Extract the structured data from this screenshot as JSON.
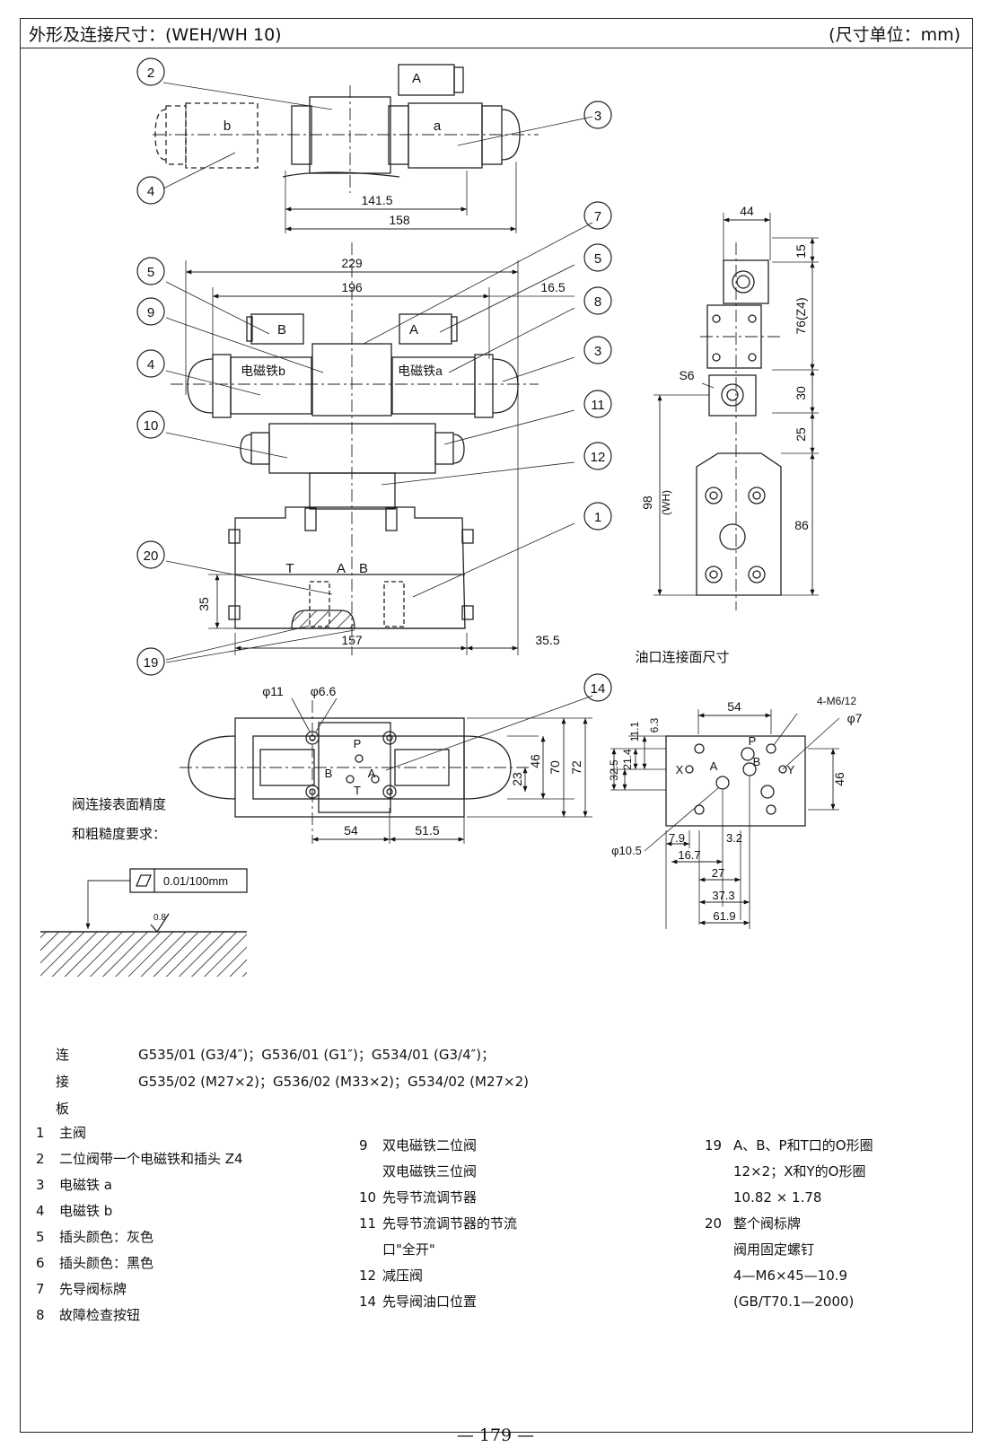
{
  "header": {
    "title": "外形及连接尺寸：(WEH/WH 10)",
    "unit": "(尺寸单位：mm)"
  },
  "callouts": {
    "c1": "1",
    "c2": "2",
    "c3": "3",
    "c4": "4",
    "c5": "5",
    "c7": "7",
    "c8": "8",
    "c9": "9",
    "c10": "10",
    "c11": "11",
    "c12": "12",
    "c14": "14",
    "c19": "19",
    "c20": "20"
  },
  "dims": {
    "d141_5": "141.5",
    "d158": "158",
    "d229": "229",
    "d196": "196",
    "d16_5": "16.5",
    "d157": "157",
    "d35_5": "35.5",
    "d35": "35",
    "d44": "44",
    "d15": "15",
    "d76": "76(Z4)",
    "d30": "30",
    "d25": "25",
    "d86": "86",
    "d98": "98",
    "dwh": "(WH)",
    "s6": "S6",
    "phi11": "φ11",
    "phi6_6": "φ6.6",
    "d46": "46",
    "d70": "70",
    "d72": "72",
    "d23": "23",
    "d54": "54",
    "d51_5": "51.5",
    "b54": "54",
    "m6": "4-M6/12",
    "phi7": "φ7",
    "d6_3": "6.3",
    "d11_1": "11.1",
    "d21_4": "21.4",
    "d32_5": "32.5",
    "b46": "46",
    "phi10_5": "φ10.5",
    "d7_9": "7.9",
    "d3_2": "3.2",
    "d16_7": "16.7",
    "d27": "27",
    "d37_3": "37.3",
    "d61_9": "61.9",
    "rough": "0.01/100mm",
    "ra": "0.8"
  },
  "labels": {
    "A": "A",
    "B": "B",
    "a": "a",
    "b": "b",
    "T": "T",
    "P": "P",
    "X": "X",
    "Y": "Y",
    "em_b": "电磁铁b",
    "em_a": "电磁铁a"
  },
  "port_caption": "油口连接面尺寸",
  "surface_req": [
    "阀连接表面精度",
    "和粗糙度要求："
  ],
  "connection_plate": {
    "label": "连接板",
    "line1": "G535/01 (G3/4″)；G536/01 (G1″)；G534/01 (G3/4″)；",
    "line2": "G535/02 (M27×2)；G536/02 (M33×2)；G534/02 (M27×2)"
  },
  "parts_col1": [
    {
      "num": "1",
      "text": "主阀"
    },
    {
      "num": "2",
      "text": "二位阀带一个电磁铁和插头 Z4"
    },
    {
      "num": "3",
      "text": "电磁铁 a"
    },
    {
      "num": "4",
      "text": "电磁铁 b"
    },
    {
      "num": "5",
      "text": "插头颜色：灰色"
    },
    {
      "num": "6",
      "text": "插头颜色：黑色"
    },
    {
      "num": "7",
      "text": "先导阀标牌"
    },
    {
      "num": "8",
      "text": "故障检查按钮"
    }
  ],
  "parts_col2": [
    {
      "num": "9",
      "text": "双电磁铁二位阀"
    },
    {
      "num": "",
      "text": "双电磁铁三位阀"
    },
    {
      "num": "10",
      "text": "先导节流调节器"
    },
    {
      "num": "11",
      "text": "先导节流调节器的节流"
    },
    {
      "num": "",
      "text": "口\"全开\""
    },
    {
      "num": "12",
      "text": "减压阀"
    },
    {
      "num": "14",
      "text": "先导阀油口位置"
    }
  ],
  "parts_col3": [
    {
      "num": "19",
      "text": "A、B、P和T口的O形圈"
    },
    {
      "num": "",
      "text": "12×2；X和Y的O形圈"
    },
    {
      "num": "",
      "text": "10.82 × 1.78"
    },
    {
      "num": "20",
      "text": "整个阀标牌"
    },
    {
      "num": "",
      "text": "阀用固定螺钉"
    },
    {
      "num": "",
      "text": "4—M6×45—10.9"
    },
    {
      "num": "",
      "text": "(GB/T70.1—2000)"
    }
  ],
  "page_number": "— 179 —"
}
